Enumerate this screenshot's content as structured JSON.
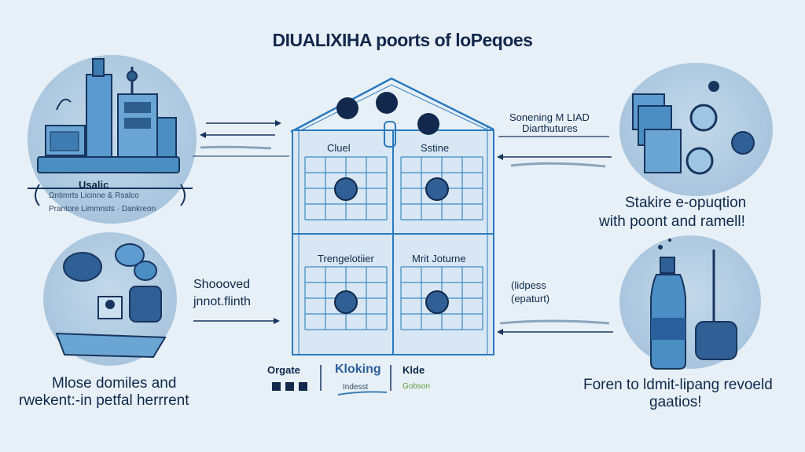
{
  "title": "DIUALIXIHA poorts of loPeqoes",
  "top_left": {
    "caption_title": "Usalic",
    "caption_line1": "Ωntimrts  Licinne  & Rsalco",
    "caption_line2": "Prantore Limmnsts  ·  Dankreon"
  },
  "mid_left": {
    "label_line1": "Shoooved",
    "label_line2": "jnnot.flinth"
  },
  "bottom_left": {
    "line1": "Mlose domiles and",
    "line2": "rwekent:-in petfal herrrent"
  },
  "house": {
    "cell_top_left": "Cluel",
    "cell_top_right": "Sstine",
    "cell_bottom_left": "Trengelotiier",
    "cell_bottom_right": "Mrit Joturne"
  },
  "legend": {
    "item1": "Orgate",
    "item2": "Kloking",
    "item2_sub": "Indesst",
    "item3": "Klde",
    "item3_sub": "Gobson"
  },
  "top_right": {
    "label_line1": "Sonening M LIAD",
    "label_line2": "Diarthutures",
    "caption_line1": "Stakire e-opuqtion",
    "caption_line2": "with poont and ramell!"
  },
  "mid_right": {
    "label_line1": "(lidpess",
    "label_line2": "(epaturt)"
  },
  "bottom_right": {
    "caption_line1": "Foren to ldmit-lipang revoeld",
    "caption_line2": "gaatios!"
  },
  "colors": {
    "background": "#e8f0f7",
    "navy": "#12294d",
    "blue": "#3d7fb8",
    "light_blue": "#a9c6de",
    "grid_line": "#3c8ac4"
  }
}
